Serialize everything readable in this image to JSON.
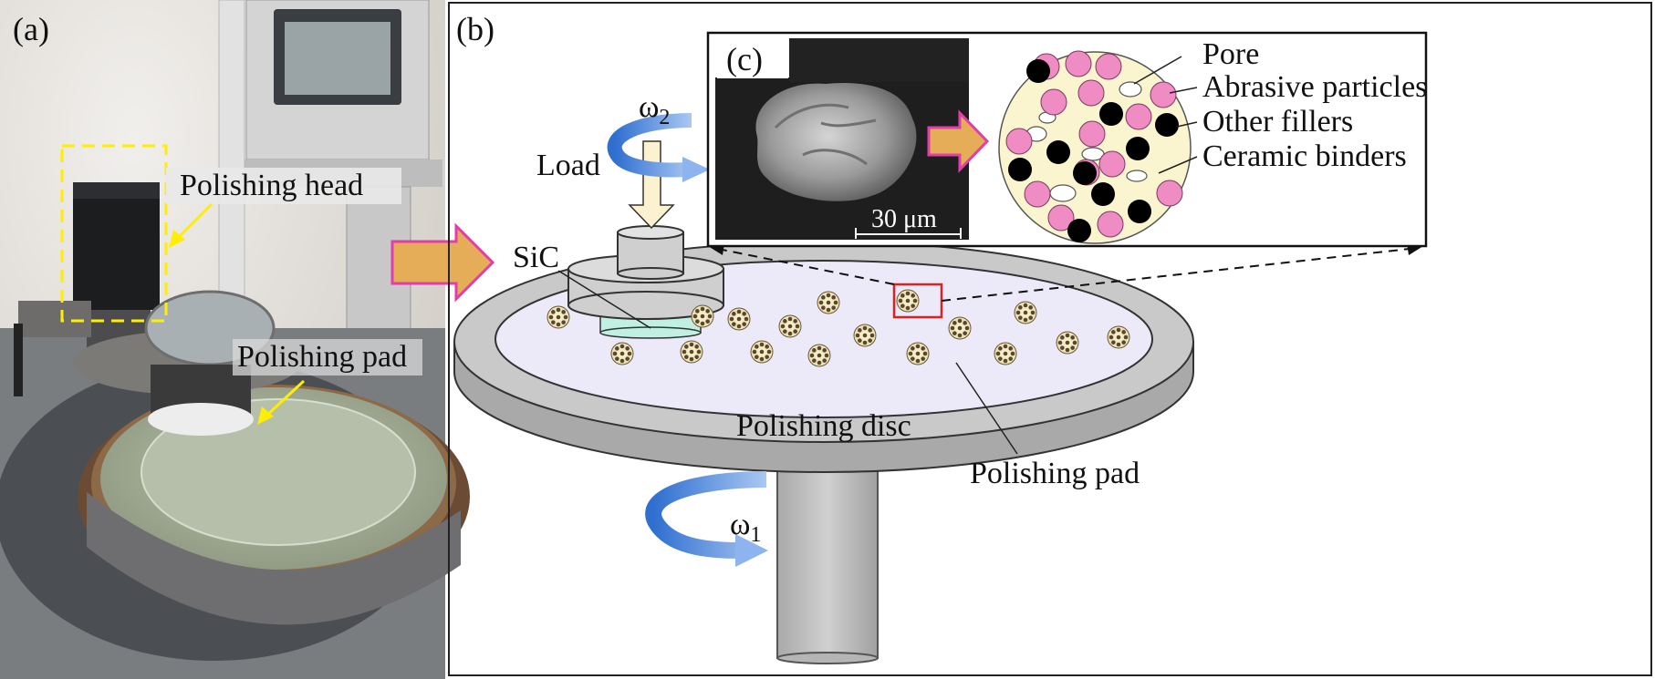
{
  "panel_a": {
    "label": "(a)",
    "callouts": {
      "polishing_head": "Polishing head",
      "polishing_pad": "Polishing pad"
    }
  },
  "panel_b": {
    "label": "(b)",
    "labels": {
      "omega2": "ω",
      "omega2_sub": "2",
      "load": "Load",
      "sic": "SiC",
      "polishing_disc": "Polishing disc",
      "polishing_pad": "Polishing pad",
      "omega1": "ω",
      "omega1_sub": "1"
    }
  },
  "panel_c": {
    "label": "(c)",
    "scale_bar": "30 μm",
    "legend": {
      "pore": "Pore",
      "abrasive": "Abrasive particles",
      "fillers": "Other fillers",
      "binders": "Ceramic binders"
    }
  },
  "colors": {
    "arrow_fill": "#e6ad58",
    "arrow_stroke": "#e13ea9",
    "rotation_arrow": "#5b8fd6",
    "abrasive_pink": "#f08cc4",
    "filler_black": "#000000",
    "binder_cream": "#fbf5cf",
    "pad_lavender": "#ece9f8",
    "disc_gray": "#c9c9c9",
    "sic_cyan": "#bff0e2",
    "callout_yellow": "#ffee00",
    "highlight_red": "#e02020"
  }
}
